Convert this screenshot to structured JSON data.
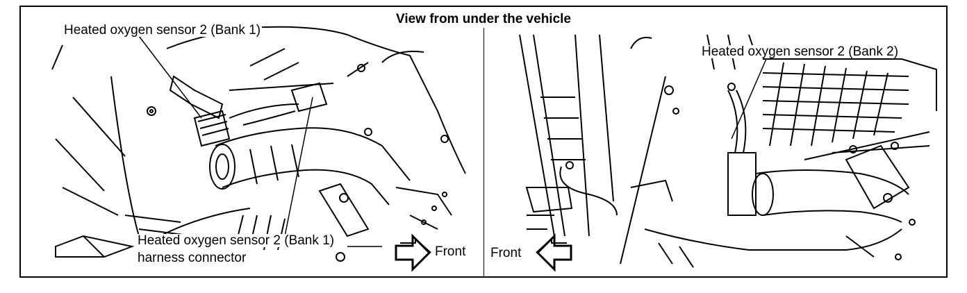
{
  "title": "View from under the vehicle",
  "labels": {
    "hos2_bank1": "Heated oxygen sensor 2 (Bank 1)",
    "hos2_bank2": "Heated oxygen sensor 2 (Bank 2)",
    "harness_line1": "Heated oxygen sensor 2 (Bank 1)",
    "harness_line2": "harness connector",
    "front_left": "Front",
    "front_right": "Front"
  },
  "icons": [
    "front-arrow-right-icon",
    "front-arrow-left-icon"
  ],
  "colors": {
    "ink": "#000000",
    "paper": "#ffffff"
  }
}
